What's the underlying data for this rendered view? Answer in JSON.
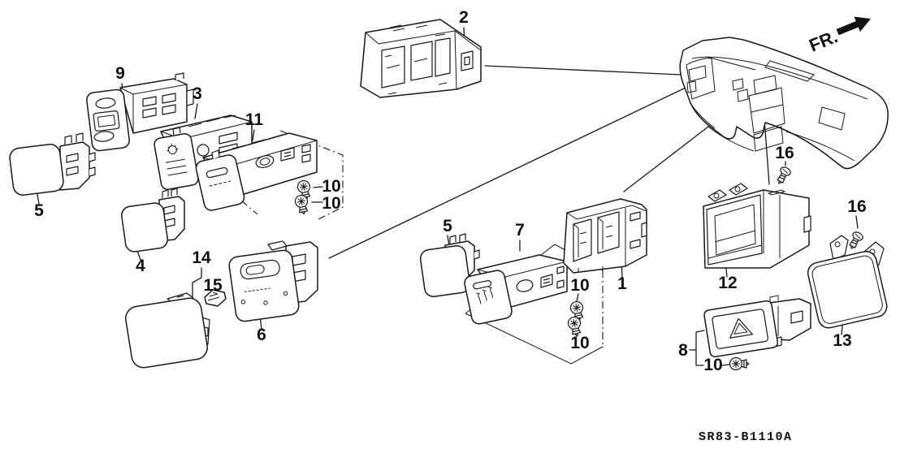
{
  "diagram": {
    "part_code": "SR83-B1110A",
    "orientation_label": "FR.",
    "colors": {
      "ink": "#181818",
      "paper": "#ffffff"
    },
    "icons": {
      "direction_arrow": "filled-right-arrow",
      "screw_front": "phillips-pan-head-screw",
      "screw_side": "tapping-screw-side-view",
      "hazard_symbol": "warning-triangle"
    },
    "callouts": [
      {
        "text": "2"
      },
      {
        "text": "9"
      },
      {
        "text": "3"
      },
      {
        "text": "11"
      },
      {
        "text": "10"
      },
      {
        "text": "10"
      },
      {
        "text": "5"
      },
      {
        "text": "4"
      },
      {
        "text": "14"
      },
      {
        "text": "15"
      },
      {
        "text": "6"
      },
      {
        "text": "5"
      },
      {
        "text": "7"
      },
      {
        "text": "10"
      },
      {
        "text": "10"
      },
      {
        "text": "1"
      },
      {
        "text": "12"
      },
      {
        "text": "16"
      },
      {
        "text": "16"
      },
      {
        "text": "13"
      },
      {
        "text": "8"
      },
      {
        "text": "10"
      }
    ]
  }
}
